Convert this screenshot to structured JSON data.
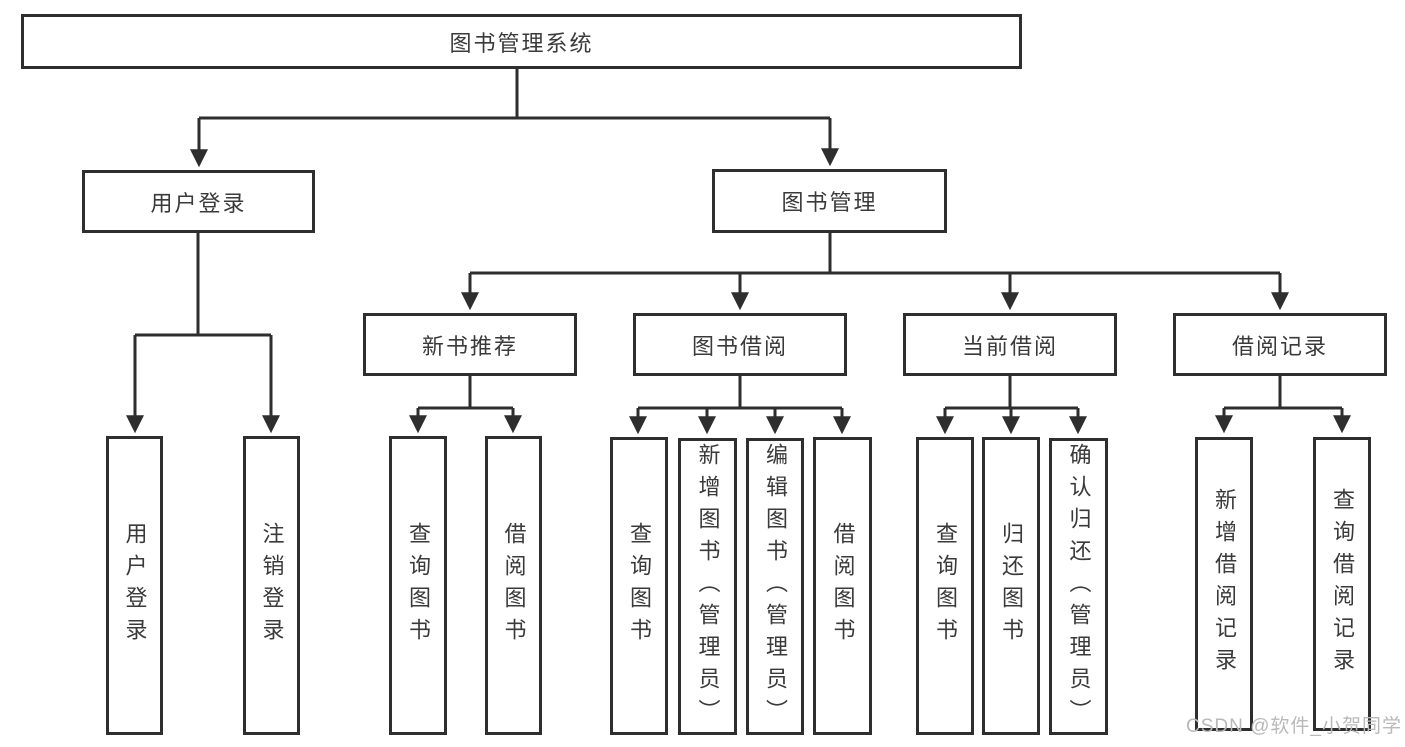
{
  "colors": {
    "line": "#2e2e2e",
    "node_text": "#3a3a3a",
    "watermark": "#b9b9b9",
    "background": "#ffffff"
  },
  "watermark": {
    "text": "CSDN @软件_小贺同学"
  },
  "tree": {
    "root": {
      "label": "图书管理系统"
    },
    "branches": [
      {
        "label": "用户登录",
        "children": [
          {
            "label": "用户登录"
          },
          {
            "label": "注销登录"
          }
        ]
      },
      {
        "label": "图书管理",
        "children": [
          {
            "label": "新书推荐",
            "children": [
              {
                "label": "查询图书"
              },
              {
                "label": "借阅图书"
              }
            ]
          },
          {
            "label": "图书借阅",
            "children": [
              {
                "label": "查询图书"
              },
              {
                "label": "新增图书（管理员）"
              },
              {
                "label": "编辑图书（管理员）"
              },
              {
                "label": "借阅图书"
              }
            ]
          },
          {
            "label": "当前借阅",
            "children": [
              {
                "label": "查询图书"
              },
              {
                "label": "归还图书"
              },
              {
                "label": "确认归还（管理员）"
              }
            ]
          },
          {
            "label": "借阅记录",
            "children": [
              {
                "label": "新增借阅记录"
              },
              {
                "label": "查询借阅记录"
              }
            ]
          }
        ]
      }
    ]
  }
}
